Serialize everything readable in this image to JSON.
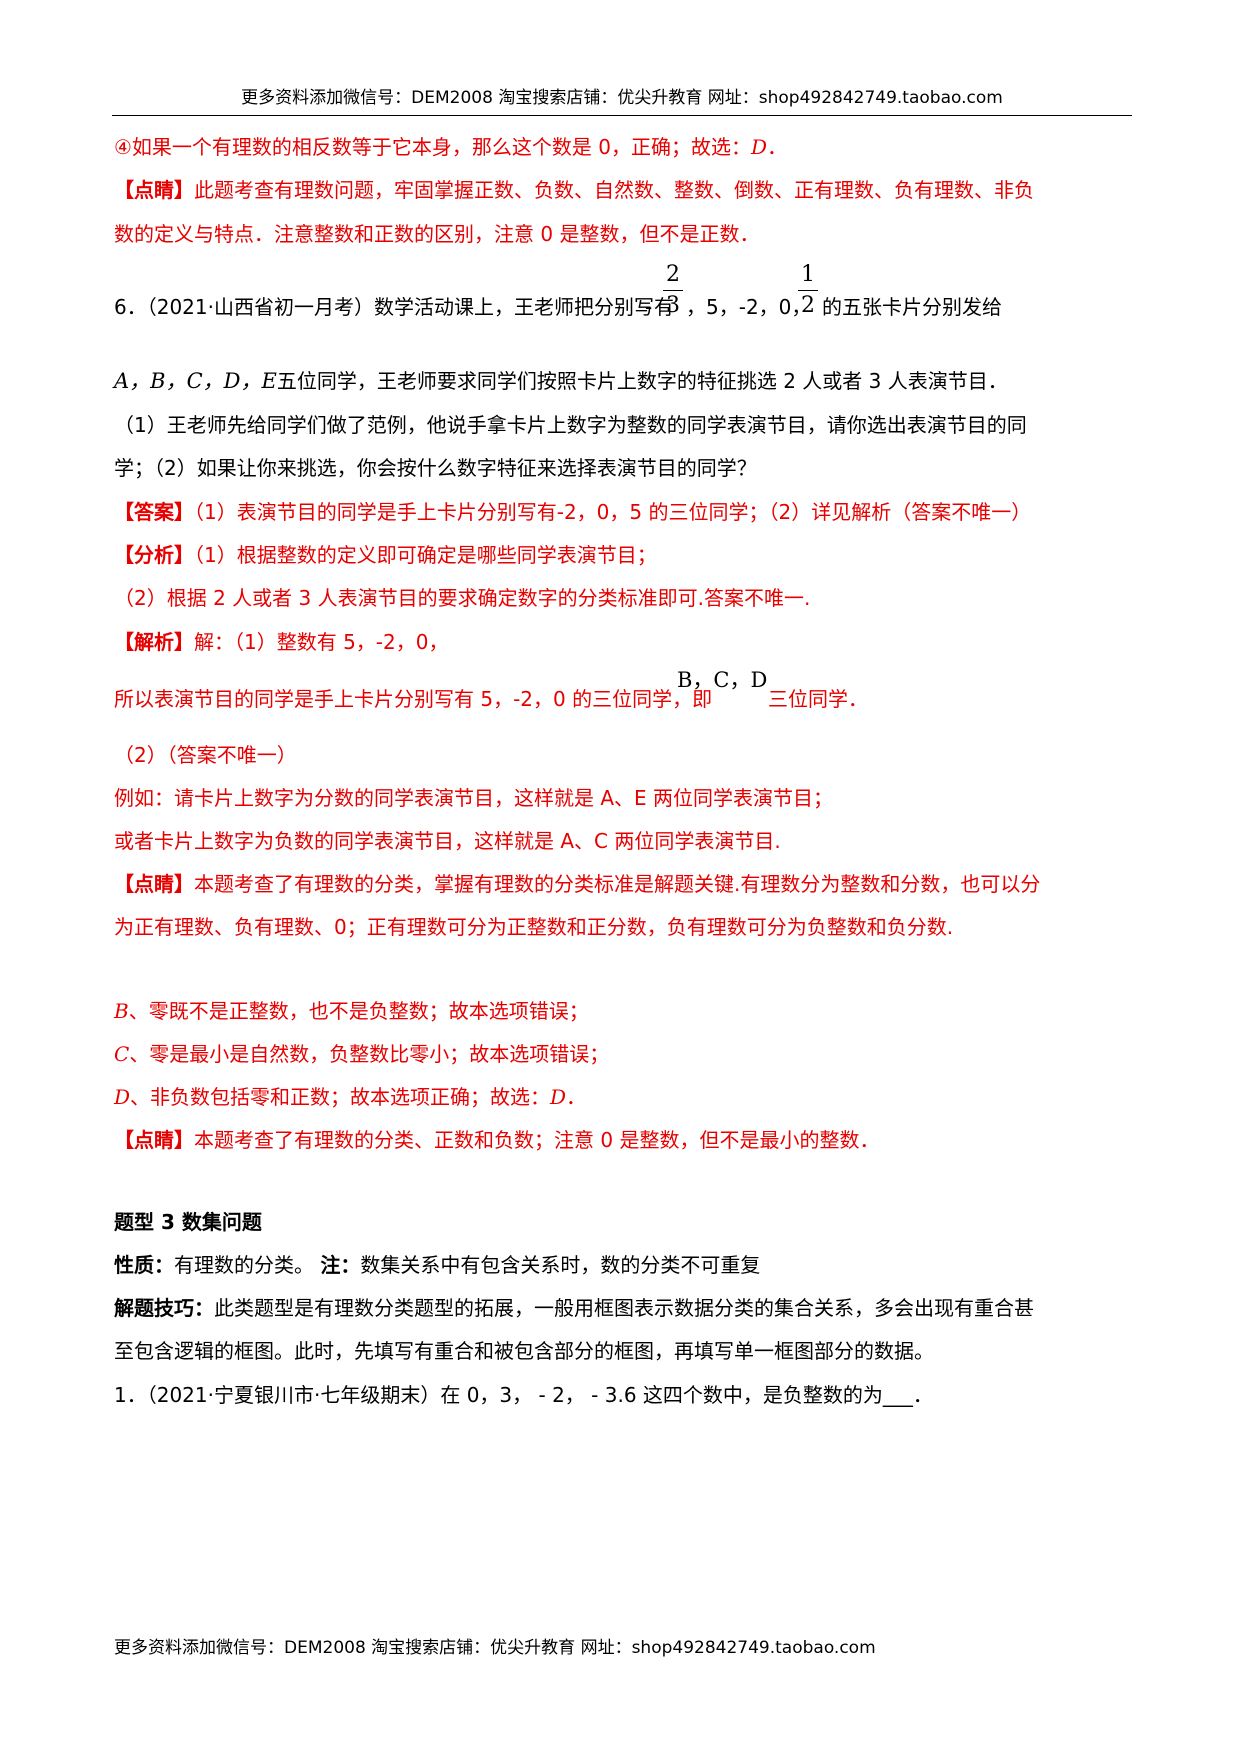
{
  "header": {
    "text": "更多资料添加微信号：DEM2008 淘宝搜索店铺：优尖升教育 网址：shop492842749.taobao.com"
  },
  "footer": {
    "text": "更多资料添加微信号：DEM2008 淘宝搜索店铺：优尖升教育 网址：shop492842749.taobao.com"
  },
  "intro": {
    "item4": "④如果一个有理数的相反数等于它本身，那么这个数是 0，正确；故选：",
    "item4_answer": "D",
    "item4_end": "．",
    "dianjing_tag": "【点睛】",
    "dianjing_l1": "此题考查有理数问题，牢固掌握正数、负数、自然数、整数、倒数、正有理数、负有理数、非负",
    "dianjing_l2": "数的定义与特点．注意整数和正数的区别，注意 0 是整数，但不是正数．"
  },
  "q6": {
    "stem_start": "6．（2021·山西省初一月考）数学活动课上，王老师把分别写有",
    "minus": "-",
    "frac1_num": "2",
    "frac1_den": "3",
    "mid_values": "，5，-2，0，",
    "frac2_num": "1",
    "frac2_den": "2",
    "stem_end": "的五张卡片分别发给",
    "students_letters": "A，B，C，D，E",
    "stem_l2": "五位同学，王老师要求同学们按照卡片上数字的特征挑选 2 人或者 3 人表演节目．",
    "sub1_l1": "（1）王老师先给同学们做了范例，他说手拿卡片上数字为整数的同学表演节目，请你选出表演节目的同",
    "sub1_l2": "学；（2）如果让你来挑选，你会按什么数字特征来选择表演节目的同学？",
    "answer_tag": "【答案】",
    "answer_text": "（1）表演节目的同学是手上卡片分别写有-2，0，5 的三位同学；（2）详见解析（答案不唯一）",
    "analysis_tag": "【分析】",
    "analysis_l1": "（1）根据整数的定义即可确定是哪些同学表演节目；",
    "analysis_l2": "（2）根据 2 人或者 3 人表演节目的要求确定数字的分类标准即可.答案不唯一.",
    "solution_tag": "【解析】",
    "solution_l1": "解：（1）整数有 5，-2，0，",
    "solution_l2": "所以表演节目的同学是手上卡片分别写有 5，-2，0 的三位同学，即",
    "solution_letters": "B，C，D",
    "solution_l2_end": "三位同学．",
    "part2": "（2）（答案不唯一）",
    "example1": "例如：请卡片上数字为分数的同学表演节目，这样就是 A、E 两位同学表演节目；",
    "example2": "或者卡片上数字为负数的同学表演节目，这样就是 A、C 两位同学表演节目.",
    "dianjing_tag": "【点睛】",
    "dianjing_l1": "本题考查了有理数的分类，掌握有理数的分类标准是解题关键.有理数分为整数和分数，也可以分",
    "dianjing_l2": "为正有理数、负有理数、0；正有理数可分为正整数和正分数，负有理数可分为负整数和负分数."
  },
  "options": {
    "b_letter": "B",
    "b_text": "、零既不是正整数，也不是负整数；故本选项错误；",
    "c_letter": "C",
    "c_text": "、零是最小是自然数，负整数比零小；故本选项错误；",
    "d_letter": "D",
    "d_text": "、非负数包括零和正数；故本选项正确；故选：",
    "d_answer": "D",
    "d_end": "．",
    "dianjing_tag": "【点睛】",
    "dianjing_text": "本题考查了有理数的分类、正数和负数；注意 0 是整数，但不是最小的整数．"
  },
  "section3": {
    "title": "题型 3  数集问题",
    "nature_label": "性质：",
    "nature_text": "有理数的分类。 ",
    "note_label": "注：",
    "note_text": "数集关系中有包含关系时，数的分类不可重复",
    "tips_label": "解题技巧：",
    "tips_l1": "此类题型是有理数分类题型的拓展，一般用框图表示数据分类的集合关系，多会出现有重合甚",
    "tips_l2": "至包含逻辑的框图。此时，先填写有重合和被包含部分的框图，再填写单一框图部分的数据。",
    "q1": "1．（2021·宁夏银川市·七年级期末）在 0，3， - 2， - 3.6 这四个数中，是负整数的为___．"
  }
}
